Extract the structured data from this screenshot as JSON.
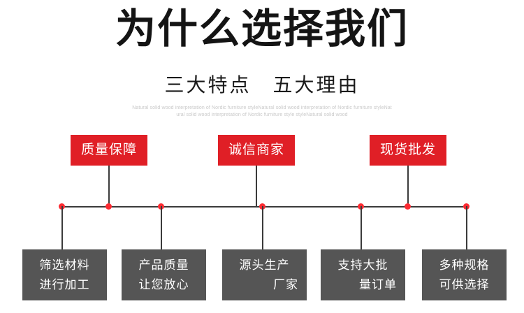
{
  "header": {
    "title": "为什么选择我们",
    "subtitle": "三大特点　五大理由",
    "blurb_line_1": "Natural solid wood interpretation of Nordic furniture styleNatural solid wood interpretation of Nordic furniture styleNat",
    "blurb_line_2": "ural solid wood interpretation of Nordic furniture style styleNatural solid wood"
  },
  "features": [
    {
      "label": "质量保障"
    },
    {
      "label": "诚信商家"
    },
    {
      "label": "现货批发"
    }
  ],
  "reasons": [
    {
      "line_1": "筛选材料",
      "line_2": "进行加工"
    },
    {
      "line_1": "产品质量",
      "line_2": "让您放心"
    },
    {
      "line_1": "源头生产",
      "line_2": "厂家"
    },
    {
      "line_1": "支持大批",
      "line_2": "量订单"
    },
    {
      "line_1": "多种规格",
      "line_2": "可供选择"
    }
  ],
  "colors": {
    "accent_red": "#e01f26",
    "dot_red": "#fc2b32",
    "box_gray": "#555555",
    "line_gray": "#3b3b3b",
    "title_black": "#141414",
    "blurb_gray": "#c9c9c9",
    "background": "#ffffff"
  }
}
